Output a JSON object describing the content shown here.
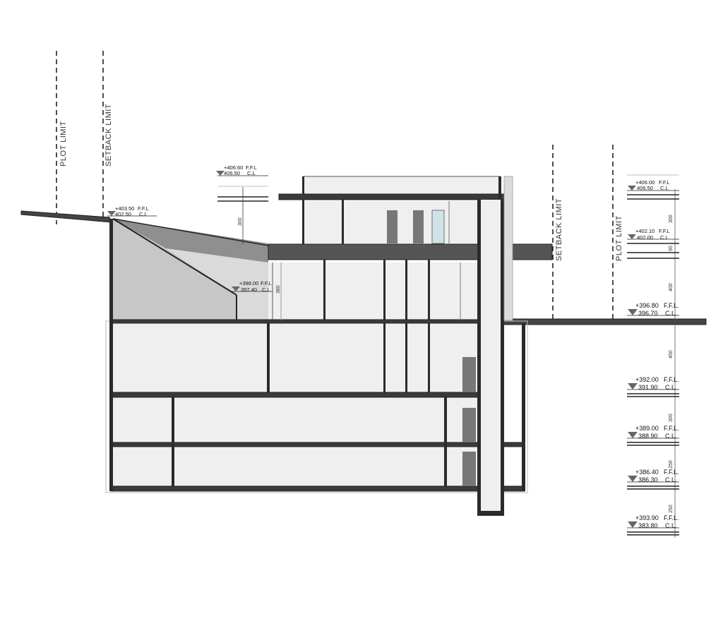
{
  "limits": {
    "plot_limit": "PLOT LIMIT",
    "setback_limit": "SETBACK LIMIT"
  },
  "left_levels": [
    {
      "ffl": "+406.60",
      "ffl_tag": "F.F.L",
      "cl": "406.50",
      "cl_tag": "C.L"
    },
    {
      "ffl": "+403.50",
      "ffl_tag": "F.F.L",
      "cl": "402.50",
      "cl_tag": "C.L"
    },
    {
      "ffl": "+398.00",
      "ffl_tag": "F.F.L",
      "cl": "397.40",
      "cl_tag": "C.L"
    }
  ],
  "right_levels": [
    {
      "ffl": "+406.00",
      "ffl_tag": "F.F.L",
      "cl": "406.50",
      "cl_tag": "C.L"
    },
    {
      "ffl": "+402.10",
      "ffl_tag": "F.F.L",
      "cl": "402.00",
      "cl_tag": "C.L"
    },
    {
      "ffl": "+396.80",
      "ffl_tag": "F.F.L.",
      "cl": "396.70",
      "cl_tag": "C.L."
    },
    {
      "ffl": "+392.00",
      "ffl_tag": "F.F.L.",
      "cl": "391.90",
      "cl_tag": "C.L."
    },
    {
      "ffl": "+389.00",
      "ffl_tag": "F.F.L.",
      "cl": "388.90",
      "cl_tag": "C.L."
    },
    {
      "ffl": "+386.40",
      "ffl_tag": "F.F.L.",
      "cl": "386.30",
      "cl_tag": "C.L."
    },
    {
      "ffl": "+393.90",
      "ffl_tag": "F.F.L.",
      "cl": "383.80",
      "cl_tag": "C.L."
    }
  ],
  "dimensions": {
    "left_roof": "300",
    "left_lower": "380",
    "right": [
      "300",
      "90",
      "400",
      "450",
      "300",
      "250",
      "250"
    ]
  },
  "colors": {
    "wall": "#2b2b2b",
    "slab": "#555555",
    "room": "#efefef",
    "earth": "#c4c4c4",
    "glass": "#cfe3e6"
  }
}
